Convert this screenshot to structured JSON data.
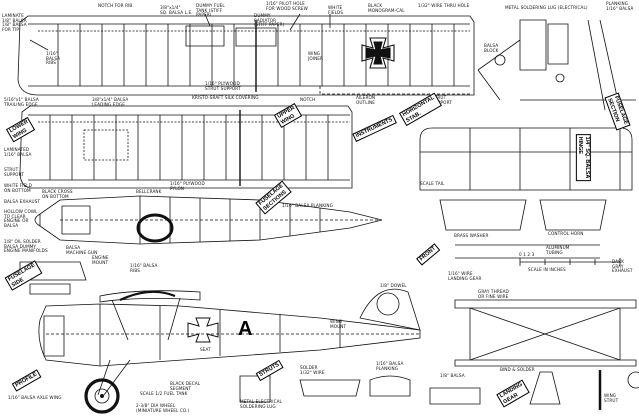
{
  "labels": {
    "laminate_tip": "LAMINATE\n1/8\" BALSA\n1/8\" BALSA\nFOR TIP",
    "notch_for_rib": "NOTCH FOR RIB",
    "dummy_fuel_tank": "DUMMY FUEL\nTANK (STIFF\nPAPER)",
    "pilot_hole": "1/16\" PILOT HOLE\nFOR WOOD SCREW",
    "dummy_radiator": "DUMMY\nRADIATOR\n(STIFF PAPER)",
    "white_fields": "WHITE\nFIELDS",
    "black_monogram": "BLACK\nMONOGRAM-CAL",
    "balsa_hinge": "1/4\" SQ. BALSA\nHINGE",
    "wire_hole": "1/32\" WIRE THRU HOLE",
    "metal_lug": "METAL SOLDERING LUG (ELECTRICAL)",
    "planking_balsa": "PLANKING\n1/16\" BALSA",
    "ply_sq_balsa": "3/8\"x1/4\"\nSQ. BALSA L.E.",
    "wing_joiner": "WING\nJOINER",
    "balsa_rib": "1/16\"\nBALSA\nRIBS",
    "balsa_block": "BALSA\nBLOCK",
    "ply_strut_support": "1/16\" PLYWOOD\nSTRUT SUPPORT",
    "kristo_silk": "KRISTO-SRAFT SILK COVERING",
    "aileron_outline": "AILERON\nOUTLINE",
    "strut_support": "STRUT\nSUPPORT",
    "notch": "NOTCH",
    "balsa_te": "5/16\"x1\" BALSA\nTRAILING EDGE",
    "sq_balsa_le": "3/8\"x1/4\" BALSA\nLEADING EDGE",
    "section_tag": "HORIZONTAL\nSTAB.",
    "instruments": "INSTRUMENTS",
    "upper_wing": "UPPER\nWING",
    "lower_wing": "LOWER\nWING",
    "fuselage_sec": "FUSELAGE\nSECTIONS",
    "balsa_ribs": "1/16\" BALSA\nRIBS",
    "laminated_balsa": "LAMINATED\n1/16\" BALSA",
    "strut_support_b": "STRUT\nSUPPORT",
    "white_field_bottom": "WHITE FIELD\nON BOTTOM",
    "black_cross_bottom": "BLACK CROSS\nON BOTTOM",
    "balsa_exhaust": "BALSA EXHAUST",
    "hollow_cowl": "HOLLOW COWL\nTO CLEAR\nENGINE OR\nBALSA",
    "balsa_dummy_engine": "1/8\" OIL SOLDER\nBALSA DUMMY\nENGINE MANIFOLDS",
    "balsa_machine_gun": "BALSA\nMACHINE GUN",
    "engine_mount": "ENGINE\nMOUNT",
    "bellcrank": "BELLCRANK",
    "plywood_pylon": "1/16\" PLYWOOD\nPYLON",
    "balsa_planking": "1/16\" BALSA PLANKING",
    "fuselage_section": "FUSELAGE\nSECTION",
    "scale_tail": "SCALE TAIL",
    "control_horn": "CONTROL HORN",
    "brass_washer": "BRASS WASHER",
    "aluminum_tubing": "ALUMINUM\nTUBING",
    "dark_gray_exhaust": "DARK\nGRAY\nEXHAUST",
    "wire_landing": "1/16\" WIRE\nLANDING GEAR",
    "front": "FRONT",
    "side_view_tag": "FUSELAGE\nSIDE",
    "cross_insignia_letter": "A",
    "seat": "SEAT",
    "black_decal": "BLACK DECAL\nSEGMENT",
    "scale_fuel_tank": "SCALE 1/2 FUEL TANK",
    "gray_thread": "GRAY THREAD\nOR FINE WIRE",
    "profile": "PROFILE",
    "balsa_axle": "1/16\" BALSA AXLE WING",
    "struts": "STRUTS",
    "wing_strut": "WING\nSTRUT",
    "landing_gear": "LANDING\nGEAR",
    "solder_wire": "SOLDER\n1/32\" WIRE",
    "bind_solder": "BIND & SOLDER",
    "metal_elec": "METAL ELECTRICAL\nSOLDERING LUG",
    "balsa_1_8": "1/8\" BALSA",
    "balsa_plank": "1/16\" BALSA\nPLANKING",
    "wing_mount": "WING\nMOUNT",
    "wire_wheel": "2-3/8\" DIA WHEEL\n(MINIATURE WHEEL CO.)",
    "dowel": "1/8\" DOWEL",
    "scale_inches": "SCALE IN INCHES",
    "ruler_nums": "0    1    2    3"
  }
}
